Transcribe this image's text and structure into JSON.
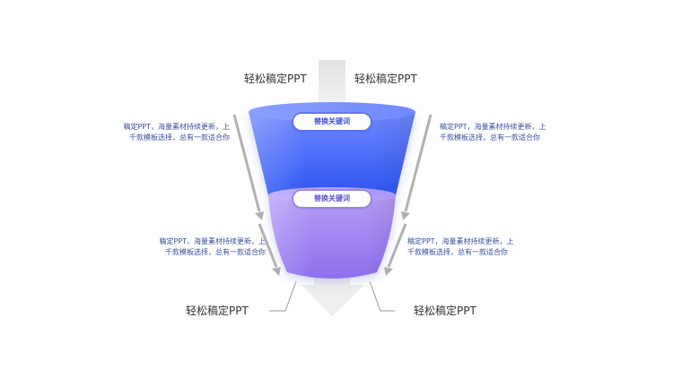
{
  "top_labels": [
    "轻松稿定PPT",
    "轻松稿定PPT"
  ],
  "bottom_labels": [
    "轻松稿定PPT",
    "轻松稿定PPT"
  ],
  "layers": [
    {
      "keyword": "替换关键词",
      "color_top": "#6e88ff",
      "color_bottom": "#2f55f2"
    },
    {
      "keyword": "替换关键词",
      "color_top": "#b79cf7",
      "color_bottom": "#8f6fee"
    }
  ],
  "descriptions": {
    "upper_left": "稿定PPT，海量素材持续更新，上千款模板选择，总有一款适合你",
    "upper_right": "稿定PPT，海量素材持续更新，上千款模板选择，总有一款适合你",
    "lower_left": "稿定PPT，海量素材持续更新，上千款模板选择，总有一款适合你",
    "lower_right": "稿定PPT，海量素材持续更新，上千款模板选择，总有一款适合你"
  },
  "colors": {
    "arrow": "#ebebeb",
    "side_arrow": "#b0b0b0",
    "text_blue": "#3a4f9a"
  }
}
